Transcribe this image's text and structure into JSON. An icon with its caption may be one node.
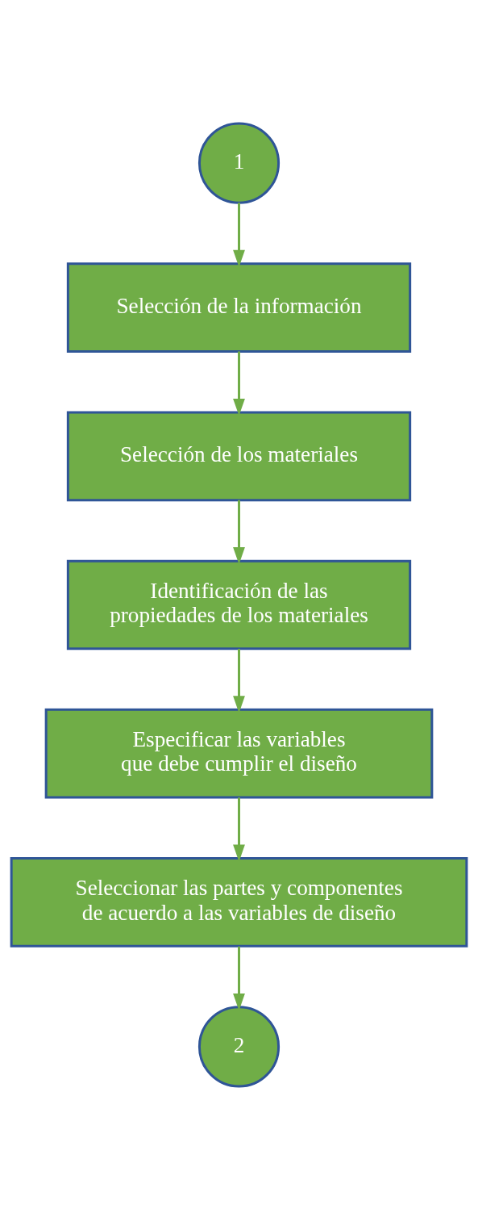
{
  "diagram": {
    "nodes": [
      {
        "text": [
          "1"
        ]
      },
      {
        "text": [
          "Selección de la información"
        ]
      },
      {
        "text": [
          "Selección de los materiales"
        ]
      },
      {
        "text": [
          "Identificación de las propiedades de los materiales"
        ]
      },
      {
        "text": [
          "Especificar las variables que debe cumplir el diseño"
        ]
      },
      {
        "text": [
          "Seleccionar las partes y componentes de acuerdo a las variables de diseño"
        ]
      },
      {
        "text": [
          "2"
        ]
      }
    ],
    "edges": [
      {
        "from": 0,
        "to": 1,
        "arrow": "to"
      },
      {
        "from": 1,
        "to": 2,
        "arrow": "to"
      },
      {
        "from": 2,
        "to": 3,
        "arrow": "to"
      },
      {
        "from": 3,
        "to": 4,
        "arrow": "to"
      },
      {
        "from": 4,
        "to": 5,
        "arrow": "to"
      },
      {
        "from": 5,
        "to": 6,
        "arrow": "to"
      }
    ]
  }
}
